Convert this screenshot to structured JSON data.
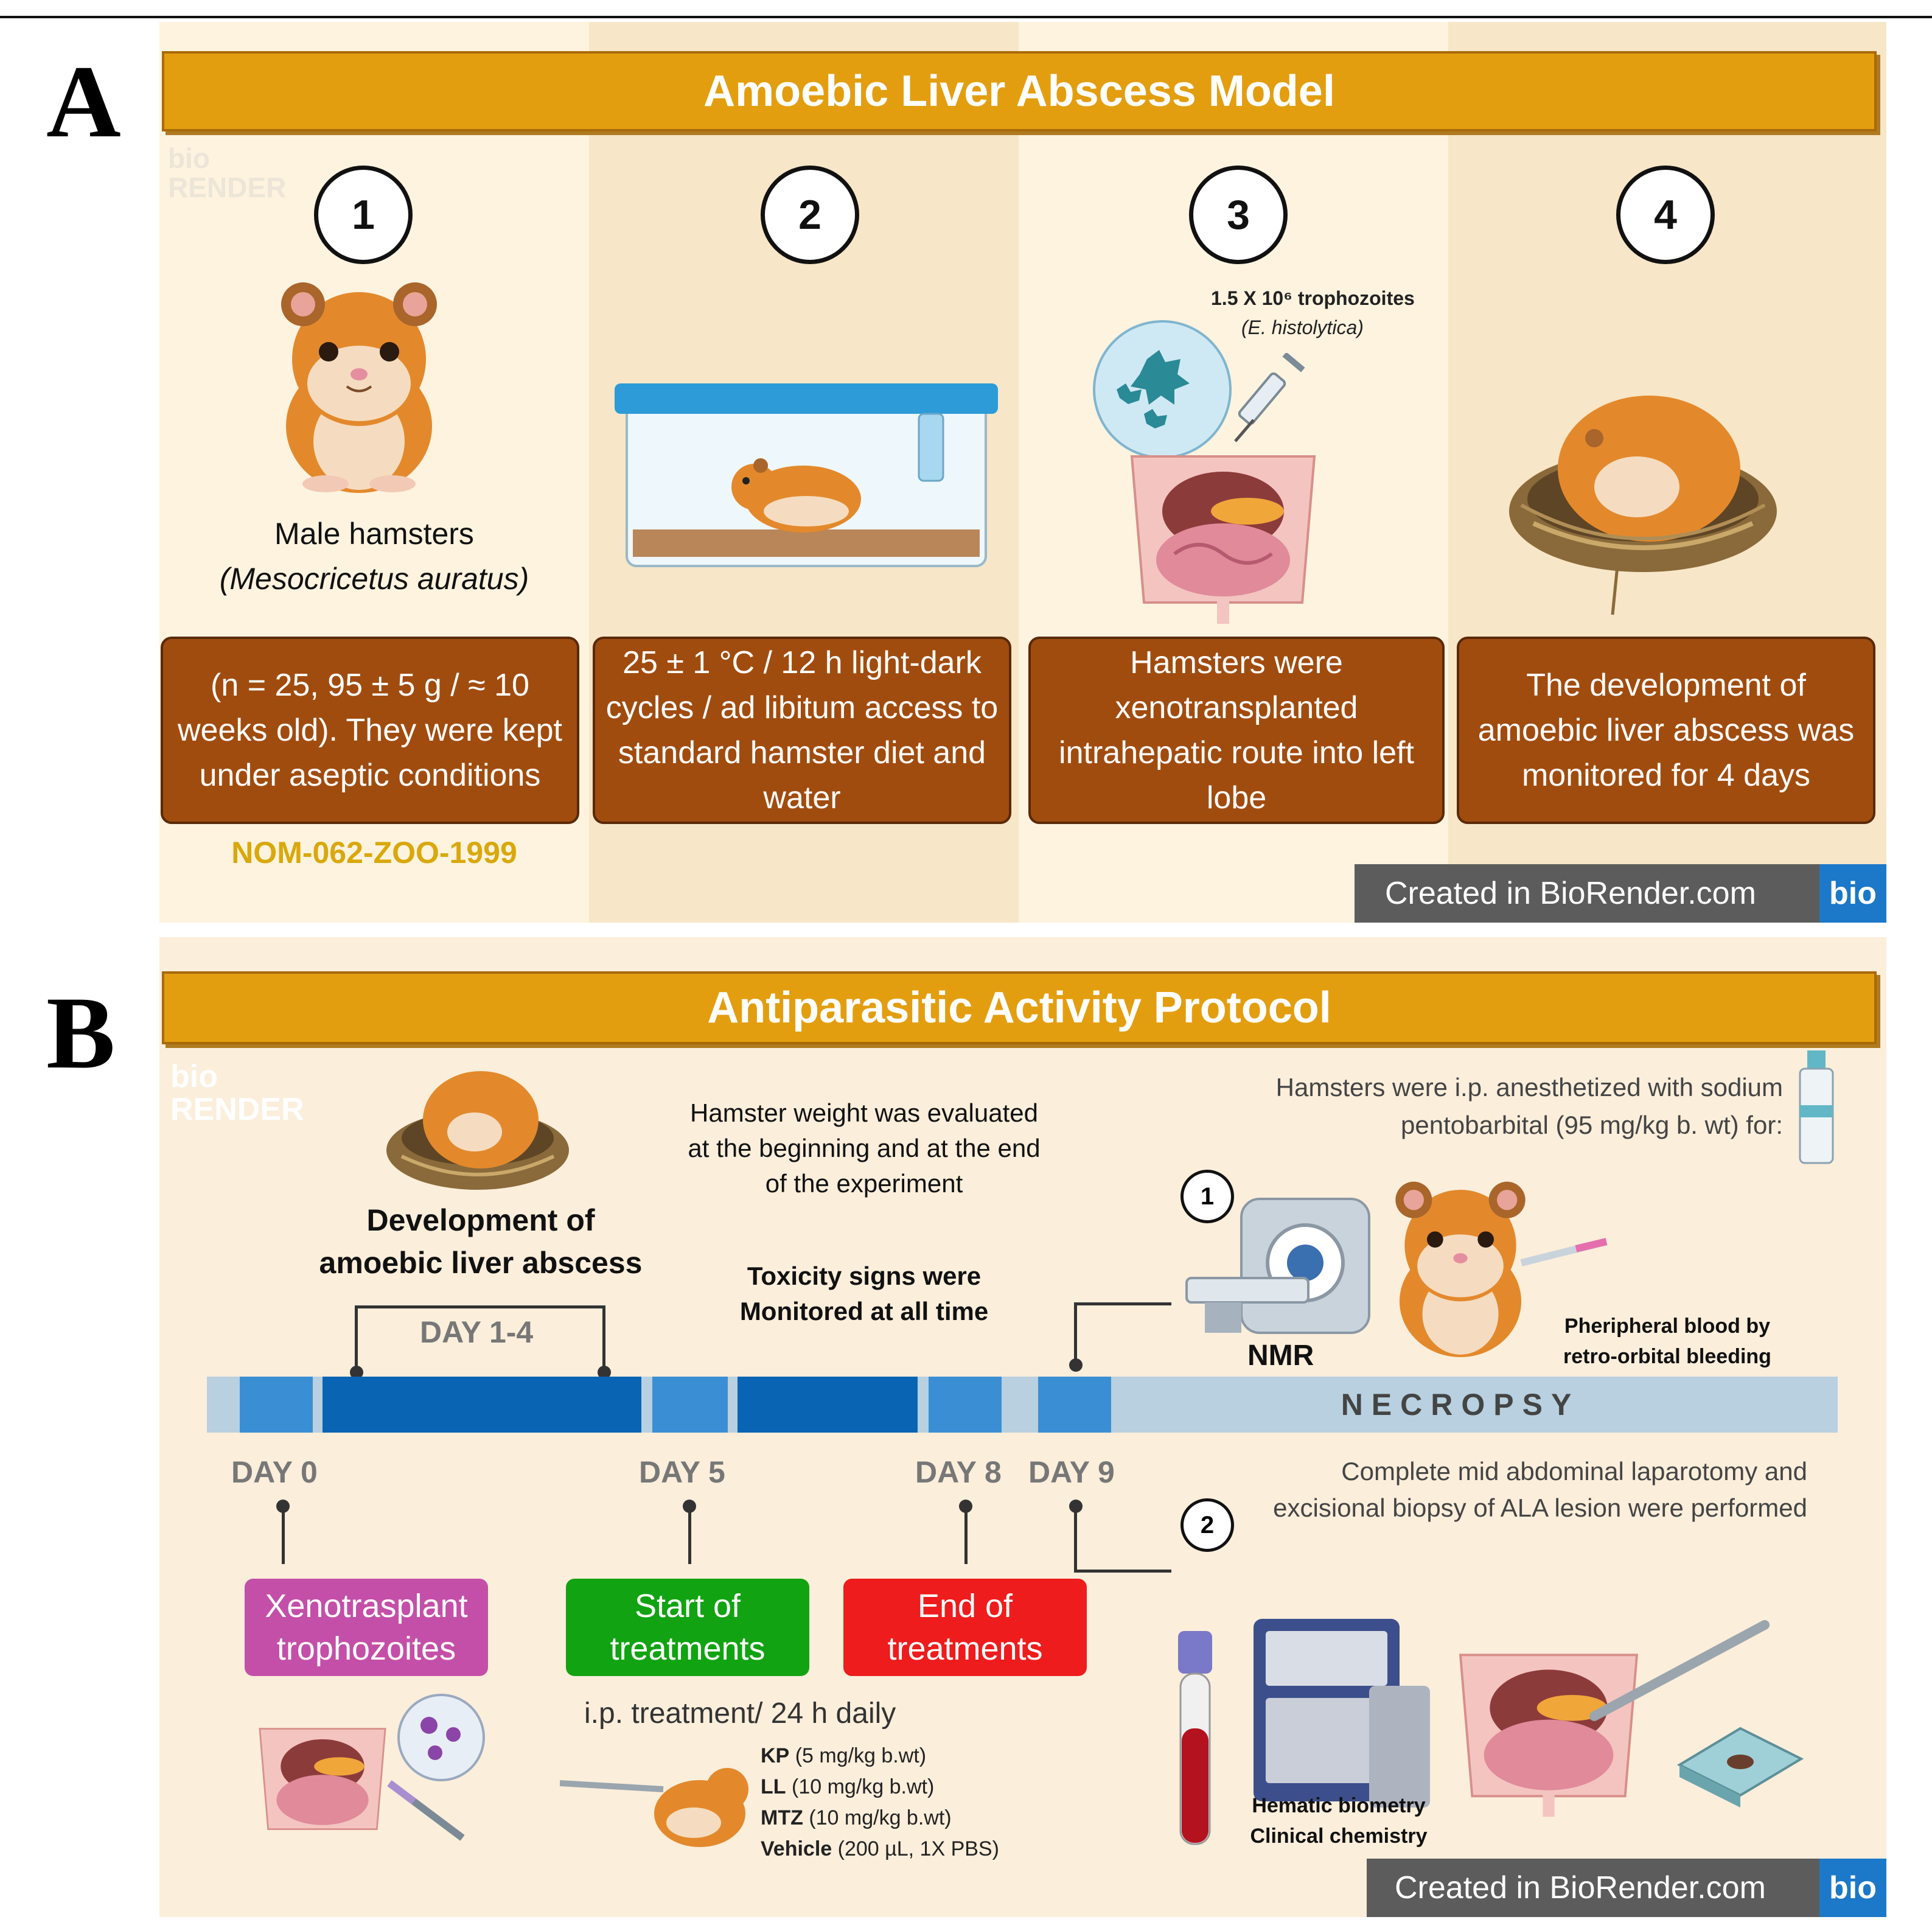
{
  "panel_a": {
    "letter": "A",
    "title": "Amoebic Liver Abscess Model",
    "watermark": "bio RENDER",
    "steps": [
      {
        "number": "1",
        "box_text": "(n = 25, 95 ± 5 g / ≈ 10 weeks old). They were kept under aseptic conditions"
      },
      {
        "number": "2",
        "box_text": "25 ± 1 °C / 12 h light-dark cycles / ad libitum access to standard hamster diet and water"
      },
      {
        "number": "3",
        "box_text": "Hamsters were xenotransplanted intrahepatic route into left lobe"
      },
      {
        "number": "4",
        "box_text": "The development of amoebic liver abscess was monitored for 4 days"
      }
    ],
    "hamster_label_line1": "Male hamsters",
    "hamster_label_line2": "(Mesocricetus auratus)",
    "norm": "NOM-062-ZOO-1999",
    "trophozoite_label_line1": "1.5 X 10⁶ trophozoites",
    "trophozoite_label_line2": "(E. histolytica)",
    "credit": "Created in BioRender.com",
    "credit_logo": "bio"
  },
  "panel_b": {
    "letter": "B",
    "title": "Antiparasitic Activity  Protocol",
    "watermark": "bio RENDER",
    "development_label": "Development of amoebic liver abscess",
    "day_range": "DAY 1-4",
    "weight_note": "Hamster weight was evaluated at the beginning and at the end of the experiment",
    "toxicity_note": "Toxicity signs were Monitored at all time",
    "anesthesia_note": "Hamsters were i.p. anesthetized with sodium pentobarbital (95 mg/kg b. wt) for:",
    "necropsy": "NECROPSY",
    "days": [
      "DAY 0",
      "DAY 5",
      "DAY 8",
      "DAY 9"
    ],
    "events": [
      {
        "text": "Xenotrasplant trophozoites",
        "color": "#c44fa8"
      },
      {
        "text": "Start of treatments",
        "color": "#12a312"
      },
      {
        "text": "End of treatments",
        "color": "#ee1c1c"
      }
    ],
    "treatment_title": "i.p. treatment/ 24 h daily",
    "treatments": [
      {
        "name": "KP",
        "dose": "(5 mg/kg b.wt)"
      },
      {
        "name": "LL",
        "dose": "(10 mg/kg b.wt)"
      },
      {
        "name": "MTZ",
        "dose": "(10 mg/kg b.wt)"
      },
      {
        "name": "Vehicle",
        "dose": "(200 µL, 1X PBS)"
      }
    ],
    "step1_number": "1",
    "nmr_label": "NMR",
    "blood_label": "Pheripheral blood by retro-orbital bleeding",
    "step2_number": "2",
    "laparotomy_note": "Complete mid abdominal laparotomy and excisional biopsy of ALA lesion were performed",
    "biometry_label_line1": "Hematic biometry",
    "biometry_label_line2": "Clinical chemistry",
    "credit": "Created in BioRender.com",
    "credit_logo": "bio"
  },
  "colors": {
    "banner": "#e39e10",
    "box_brown": "#a14c0f",
    "panel_bg": "#fdf3df",
    "panel_bg_alt": "#f8e8cc",
    "timeline_light": "#b8d0e0",
    "timeline_mid": "#3a8fd4",
    "timeline_dark": "#0a64b4",
    "norm_text": "#d9a80c"
  },
  "icons": [
    "hamster-icon",
    "cage-icon",
    "amoeba-icon",
    "syringe-icon",
    "abdomen-icon",
    "nest-icon",
    "mri-scanner-icon",
    "blood-tube-icon",
    "analyzer-icon",
    "vial-icon",
    "scalpel-icon",
    "slide-icon"
  ]
}
